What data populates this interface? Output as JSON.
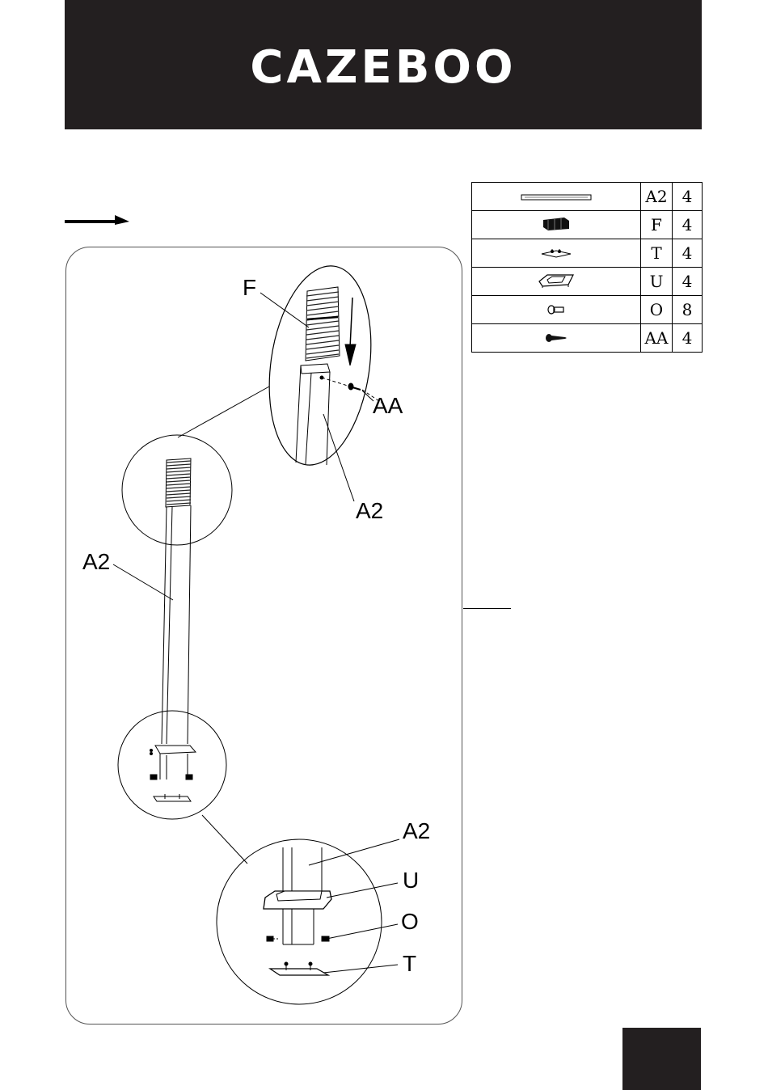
{
  "header": {
    "brand": "CAZEBOO",
    "brand_color": "#231f20"
  },
  "parts": [
    {
      "icon": "pole-icon",
      "code": "A2",
      "qty": "4"
    },
    {
      "icon": "sleeve-connector-icon",
      "code": "F",
      "qty": "4"
    },
    {
      "icon": "base-plate-icon",
      "code": "T",
      "qty": "4"
    },
    {
      "icon": "base-cover-icon",
      "code": "U",
      "qty": "4"
    },
    {
      "icon": "bolt-icon",
      "code": "O",
      "qty": "8"
    },
    {
      "icon": "screw-icon",
      "code": "AA",
      "qty": "4"
    }
  ],
  "callouts": {
    "top_f": "F",
    "top_aa": "AA",
    "top_a2": "A2",
    "mid_a2": "A2",
    "bottom_a2": "A2",
    "bottom_u": "U",
    "bottom_o": "O",
    "bottom_t": "T"
  }
}
